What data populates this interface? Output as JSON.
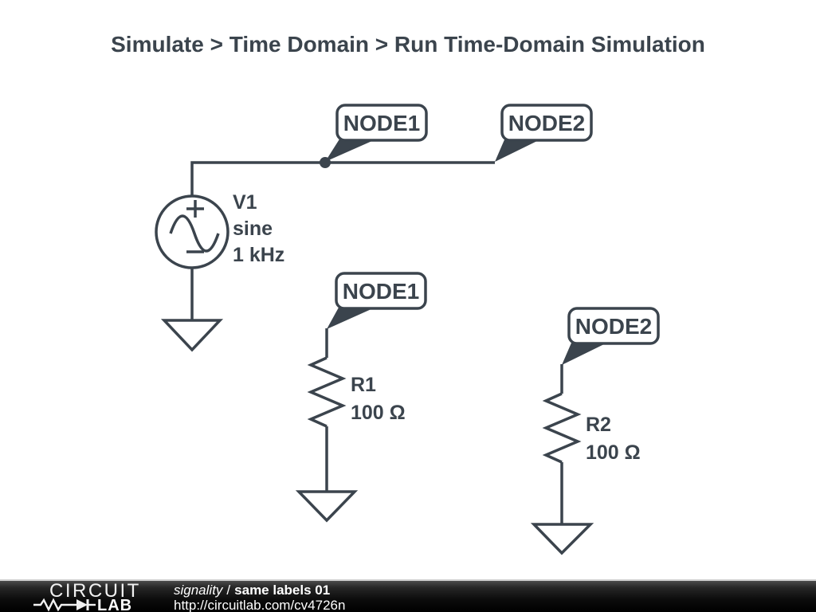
{
  "title": "Simulate > Time Domain > Run Time-Domain Simulation",
  "colors": {
    "ink": "#3b444d",
    "canvas": "#ffffff",
    "footer_background": "#000000",
    "footer_text": "#ffffff"
  },
  "components": {
    "v1": {
      "name": "V1",
      "waveform": "sine",
      "frequency": "1 kHz"
    },
    "r1": {
      "name": "R1",
      "value": "100 Ω"
    },
    "r2": {
      "name": "R2",
      "value": "100 Ω"
    }
  },
  "node_labels": {
    "wire_left": "NODE1",
    "wire_right": "NODE2",
    "r1_top": "NODE1",
    "r2_top": "NODE2"
  },
  "icons": {
    "plus": "+",
    "minus": "−",
    "sine_wave": "∿",
    "ground": "⏚",
    "junction_dot": "●"
  },
  "footer": {
    "brand_word_1": "CIRCUIT",
    "brand_word_2": "LAB",
    "author": "signality",
    "separator": "/",
    "circuit_title": "same labels 01",
    "url": "http://circuitlab.com/cv4726n"
  }
}
